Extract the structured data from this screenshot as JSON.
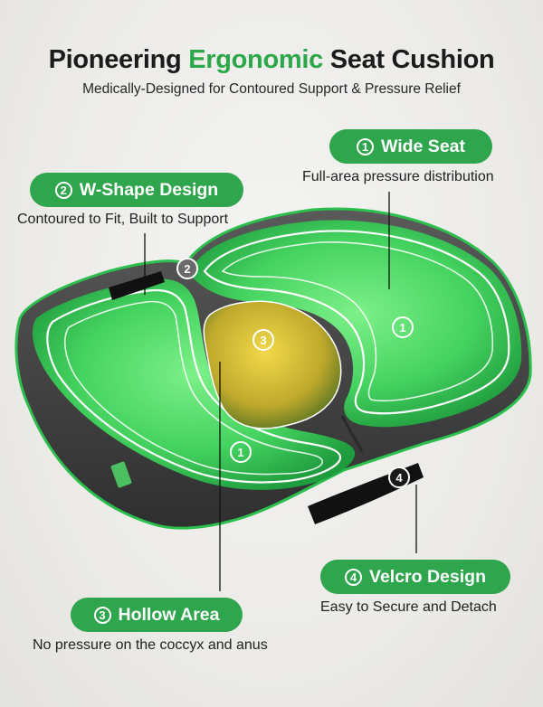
{
  "title": {
    "part1": "Pioneering ",
    "accent": "Ergonomic",
    "part2": " Seat Cushion"
  },
  "subtitle": "Medically-Designed for Contoured Support & Pressure Relief",
  "features": {
    "wide_seat": {
      "num": "1",
      "label": "Wide Seat",
      "desc": "Full-area pressure distribution"
    },
    "w_shape": {
      "num": "2",
      "label": "W-Shape Design",
      "desc": "Contoured to Fit, Built to Support"
    },
    "hollow": {
      "num": "3",
      "label": "Hollow Area",
      "desc": "No pressure on the coccyx and anus"
    },
    "velcro": {
      "num": "4",
      "label": "Velcro Design",
      "desc": "Easy to Secure and Detach"
    }
  },
  "markers": {
    "m1a": "1",
    "m1b": "1",
    "m2": "2",
    "m3": "3",
    "m4": "4"
  },
  "colors": {
    "accent": "#2fa54d",
    "foam_green": "#3fd95f",
    "hollow_yellow": "#c7b83a",
    "fabric": "#4a4a4a"
  }
}
